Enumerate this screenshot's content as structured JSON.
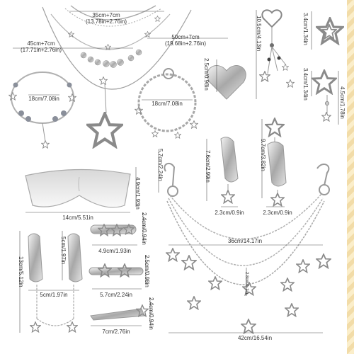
{
  "border": {
    "color": "#ecd29a"
  },
  "products": {
    "necklace_short": {
      "line1": "35cm+7cm",
      "line2": "(13.78in+2.76in)"
    },
    "necklace_left": {
      "line1": "45cm+7cm",
      "line2": "(17.71in+2.76in)"
    },
    "necklace_long": {
      "line1": "50cm+7cm",
      "line2": "(19.68in+2.76in)"
    },
    "bracelet_left": {
      "text": "18cm/7.08in"
    },
    "bracelet_right": {
      "text": "18cm/7.08in"
    },
    "heart_keychain": {
      "length": "10.5cm/4.13in",
      "heart": "2.5cm/0.98in"
    },
    "star_charm_top": {
      "text": "3.4cm/1.34in"
    },
    "star_earring": {
      "width": "3.4cm/1.34in",
      "drop": "4.5cm/1.78in"
    },
    "sunglasses": {
      "height": "4.9cm/1.93in",
      "width": "14cm/5.51in"
    },
    "snap_clip_star": {
      "height": "7.6cm/2.99in",
      "width": "2.3cm/0.9in"
    },
    "snap_clip_plain": {
      "height": "9.7cm/3.82in",
      "width": "2.3cm/0.9in"
    },
    "hair_clip_pair": {
      "height": "5cm/1.97in",
      "width": "5cm/1.97in",
      "total": "13cm/5.12in"
    },
    "barrette_stars": {
      "width": "4.9cm/1.93in",
      "height": "2.4cm/0.94in"
    },
    "barrette_flower": {
      "width": "5.7cm/2.24in",
      "height": "2.5cm/0.98in"
    },
    "barrette_long": {
      "width": "7cm/2.76in",
      "height": "2.4cm/0.94in"
    },
    "pants_chain": {
      "hook": "5.7cm/2.24in",
      "mid": "36cm/14.17in",
      "inner": "2.8cm/1.1in",
      "total": "42cm/16.54in"
    }
  }
}
